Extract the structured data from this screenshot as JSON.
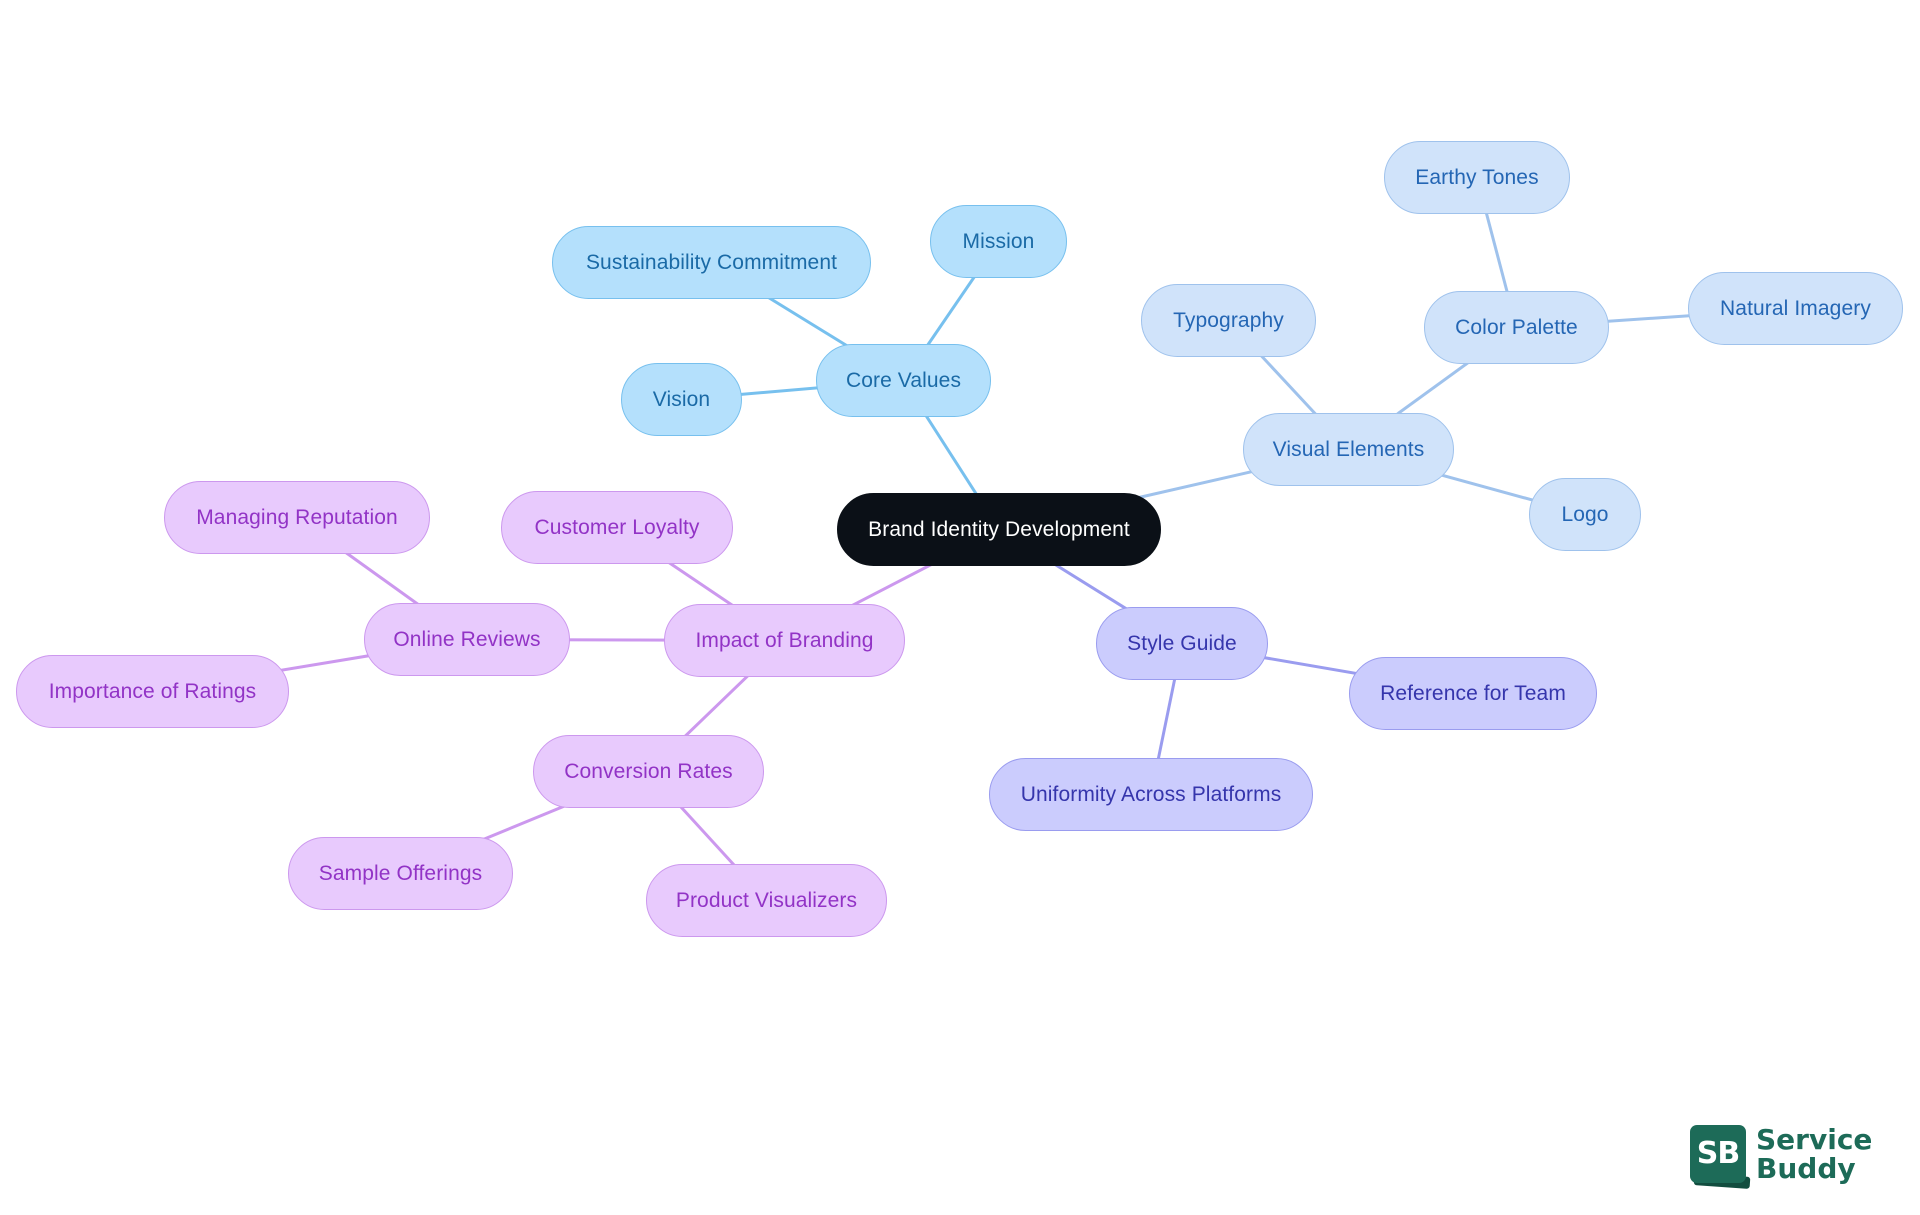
{
  "colors": {
    "root": "#0b1017",
    "core": "#77c0ee",
    "visual": "#9fc2ec",
    "style": "#9a9cef",
    "impact": "#cc98ee"
  },
  "nodes": {
    "root": "Brand Identity Development",
    "core_values": "Core Values",
    "mission": "Mission",
    "sustainability": "Sustainability Commitment",
    "vision": "Vision",
    "visual_elements": "Visual Elements",
    "typography": "Typography",
    "color_palette": "Color Palette",
    "earthy_tones": "Earthy Tones",
    "natural_imagery": "Natural Imagery",
    "logo": "Logo",
    "style_guide": "Style Guide",
    "reference_team": "Reference for Team",
    "uniformity": "Uniformity Across Platforms",
    "impact": "Impact of Branding",
    "customer_loyalty": "Customer Loyalty",
    "online_reviews": "Online Reviews",
    "managing_reputation": "Managing Reputation",
    "importance_ratings": "Importance of Ratings",
    "conversion_rates": "Conversion Rates",
    "sample_offerings": "Sample Offerings",
    "product_visualizers": "Product Visualizers"
  },
  "edges": [
    [
      "root",
      "core_values",
      "core"
    ],
    [
      "core_values",
      "mission",
      "core"
    ],
    [
      "core_values",
      "sustainability",
      "core"
    ],
    [
      "core_values",
      "vision",
      "core"
    ],
    [
      "root",
      "visual_elements",
      "visual"
    ],
    [
      "visual_elements",
      "typography",
      "visual"
    ],
    [
      "visual_elements",
      "color_palette",
      "visual"
    ],
    [
      "color_palette",
      "earthy_tones",
      "visual"
    ],
    [
      "color_palette",
      "natural_imagery",
      "visual"
    ],
    [
      "visual_elements",
      "logo",
      "visual"
    ],
    [
      "root",
      "style_guide",
      "style"
    ],
    [
      "style_guide",
      "reference_team",
      "style"
    ],
    [
      "style_guide",
      "uniformity",
      "style"
    ],
    [
      "root",
      "impact",
      "impact"
    ],
    [
      "impact",
      "customer_loyalty",
      "impact"
    ],
    [
      "impact",
      "online_reviews",
      "impact"
    ],
    [
      "online_reviews",
      "managing_reputation",
      "impact"
    ],
    [
      "online_reviews",
      "importance_ratings",
      "impact"
    ],
    [
      "impact",
      "conversion_rates",
      "impact"
    ],
    [
      "conversion_rates",
      "sample_offerings",
      "impact"
    ],
    [
      "conversion_rates",
      "product_visualizers",
      "impact"
    ]
  ],
  "logo": {
    "mark": "SB",
    "line1": "Service",
    "line2": "Buddy"
  }
}
